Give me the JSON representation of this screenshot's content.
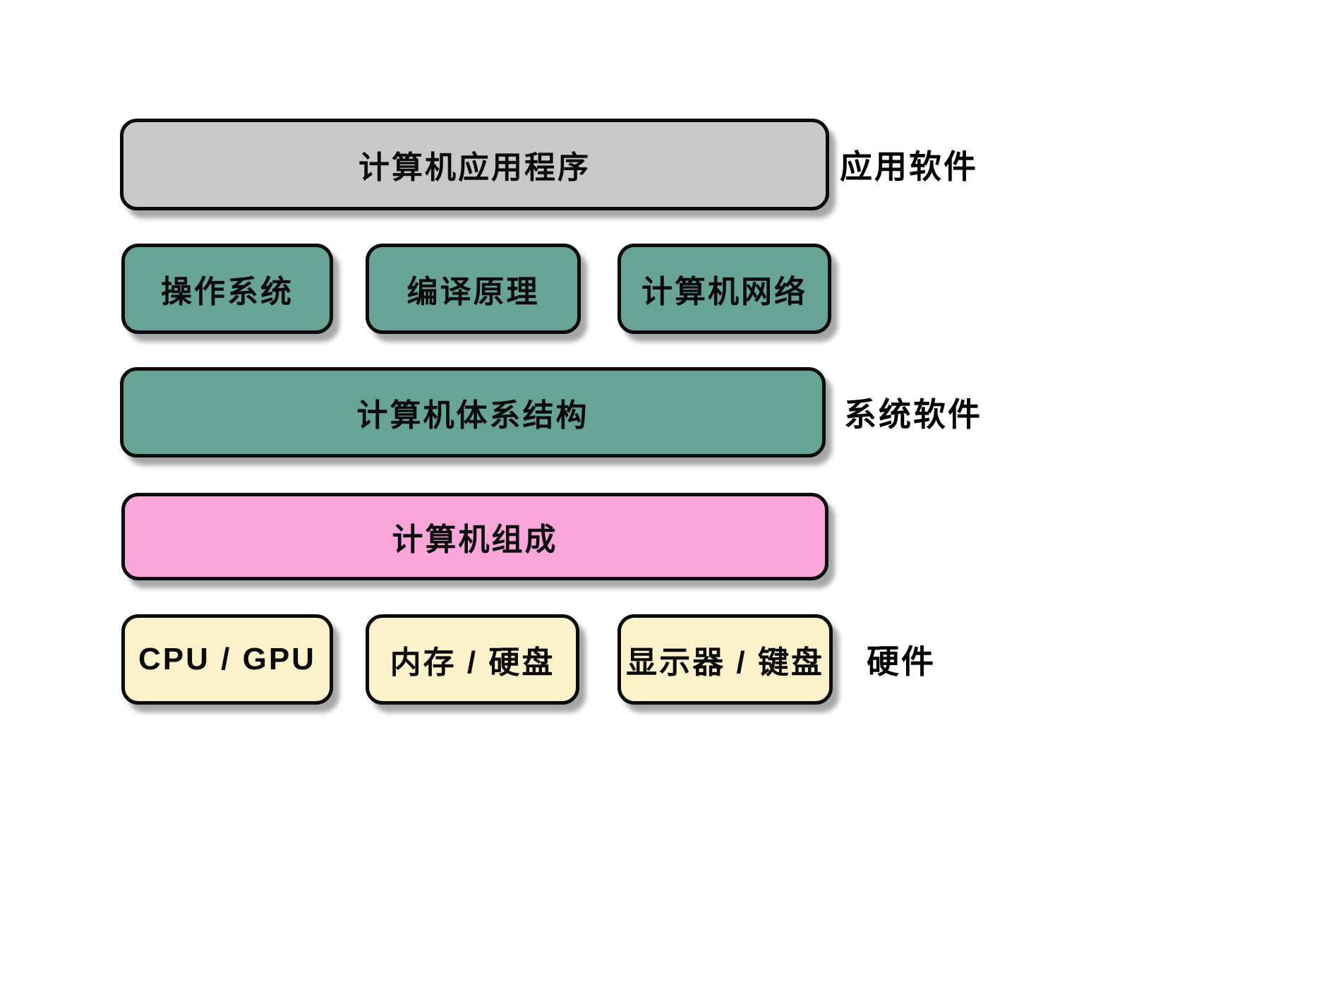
{
  "colors": {
    "application_box": "#c9c9c9",
    "system_box": "#67a496",
    "organization_box": "#f9a6da",
    "hardware_box": "#fbf1ca",
    "border": "#0b0b0b",
    "background": "#ffffff"
  },
  "layers": {
    "application": {
      "box": "计算机应用程序",
      "side_label": "应用软件"
    },
    "system_row": {
      "boxes": [
        "操作系统",
        "编译原理",
        "计算机网络"
      ]
    },
    "architecture": {
      "box": "计算机体系结构",
      "side_label": "系统软件"
    },
    "organization": {
      "box": "计算机组成"
    },
    "hardware_row": {
      "boxes": [
        "CPU / GPU",
        "内存 / 硬盘",
        "显示器 / 键盘"
      ],
      "side_label": "硬件"
    }
  }
}
